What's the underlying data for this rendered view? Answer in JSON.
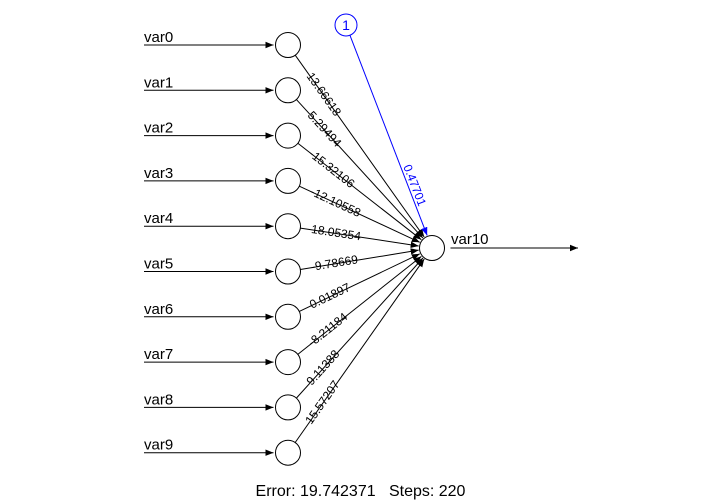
{
  "network": {
    "inputs": [
      "var0",
      "var1",
      "var2",
      "var3",
      "var4",
      "var5",
      "var6",
      "var7",
      "var8",
      "var9"
    ],
    "output": "var10",
    "bias_label": "1",
    "bias_weight": "0.47701",
    "weights": [
      "13.66618",
      "5.29494",
      "-15.32106",
      "-12.10558",
      "18.05354",
      "-9.78669",
      "0.01897",
      "-8.21184",
      "9.11388",
      "15.57207"
    ]
  },
  "colors": {
    "edge": "#000000",
    "bias": "#0000ff"
  },
  "footer": {
    "text": "Error: 19.742371   Steps: 220"
  }
}
